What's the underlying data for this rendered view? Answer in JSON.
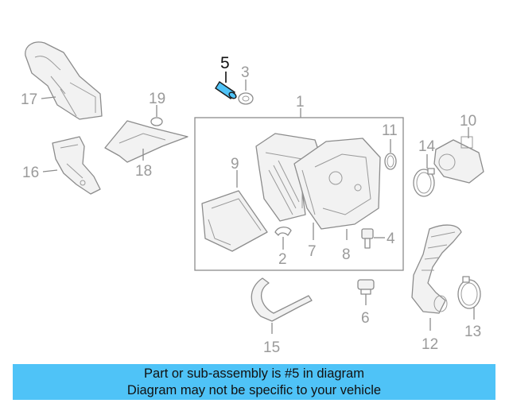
{
  "diagram": {
    "highlighted_part": "5",
    "callouts": [
      "1",
      "2",
      "3",
      "4",
      "5",
      "6",
      "7",
      "8",
      "9",
      "10",
      "11",
      "12",
      "13",
      "14",
      "15",
      "16",
      "17",
      "18",
      "19"
    ]
  },
  "banner": {
    "line1": "Part or sub-assembly is #5 in diagram",
    "line2": "Diagram may not be specific to your vehicle",
    "color": "#4fc3f7"
  },
  "colors": {
    "highlight_part": "#4fc3f7",
    "line_art": "#8c8c8c",
    "callout_text": "#9a9a9a"
  }
}
